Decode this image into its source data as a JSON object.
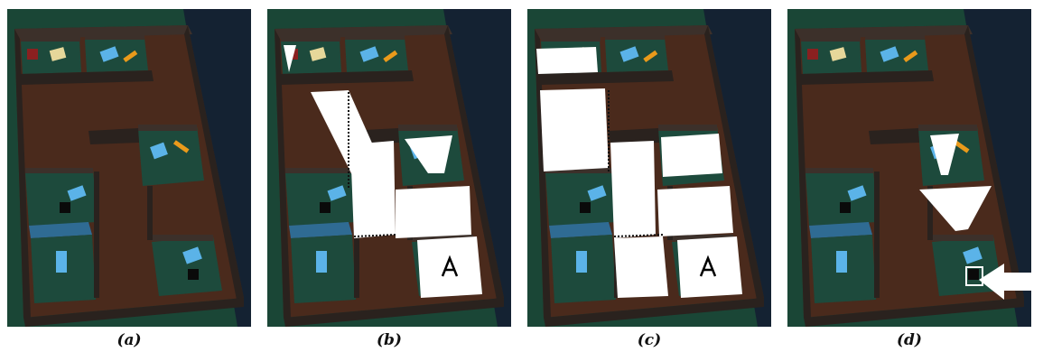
{
  "figure": {
    "panels": [
      {
        "id": "a",
        "caption": "(a)",
        "overlay": "none"
      },
      {
        "id": "b",
        "caption": "(b)",
        "overlay": "visibility",
        "marker": "A"
      },
      {
        "id": "c",
        "caption": "(c)",
        "overlay": "room-fill",
        "marker": "A"
      },
      {
        "id": "d",
        "caption": "(d)",
        "overlay": "path-arrow"
      }
    ],
    "colors": {
      "floor": "#4a2a1c",
      "room_floor": "#1d4a3c",
      "wall_dark": "#2a221e",
      "wall_top": "#3c302a",
      "outer_ground": "#1a4636",
      "background_dark": "#142232",
      "blue_room": "#2f6b93",
      "highlight": "#ffffff",
      "bed": "#5bb3e8",
      "table": "#e6d79a",
      "orange_item": "#ea9a1b"
    },
    "icons": [
      "bed-icon",
      "table-icon",
      "arrow-icon",
      "agent-marker-icon"
    ]
  }
}
